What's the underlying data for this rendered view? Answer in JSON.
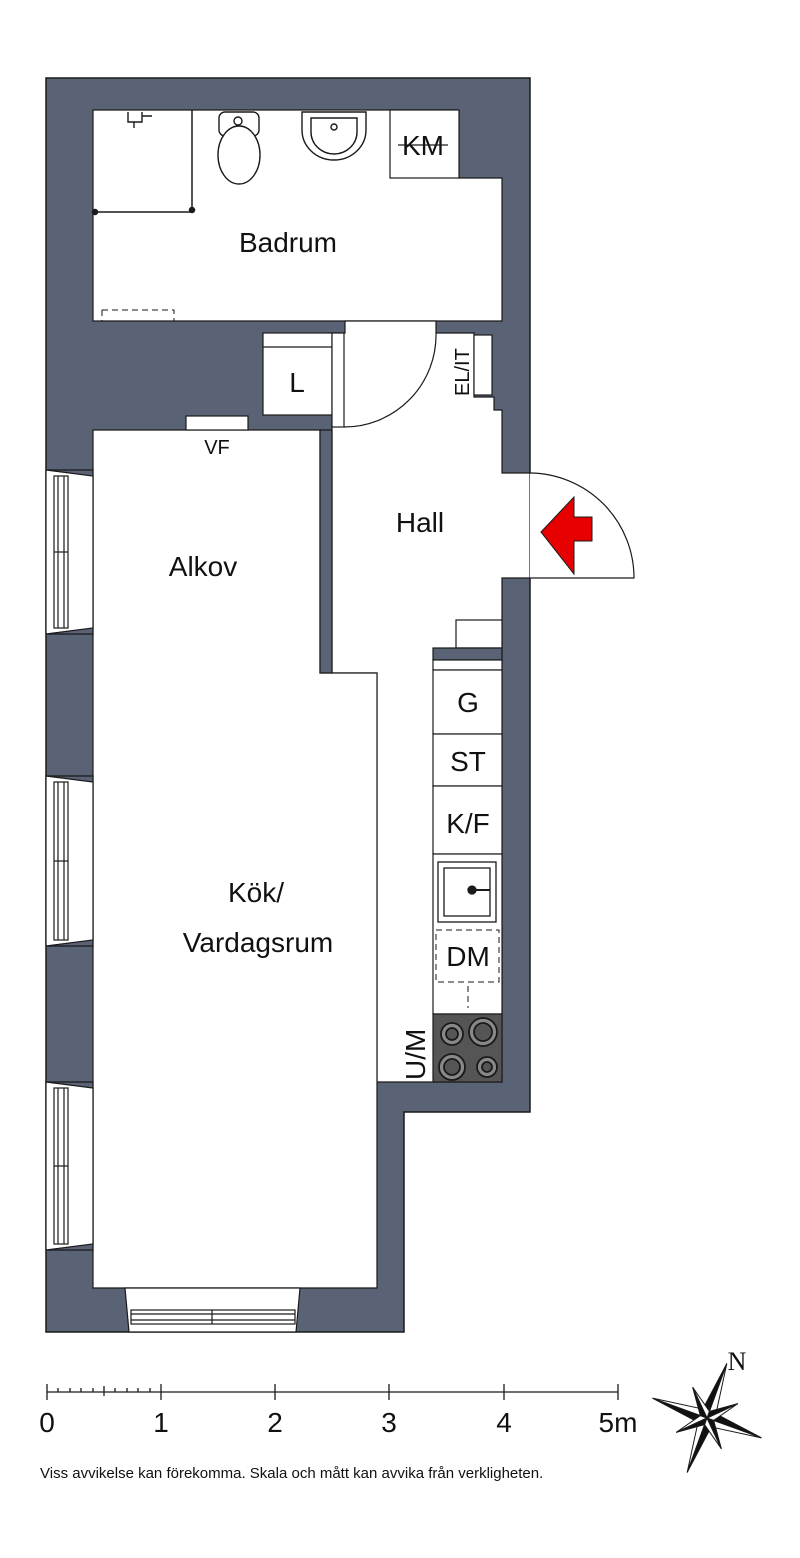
{
  "colors": {
    "wall": "#5a6275",
    "floor": "#ffffff",
    "line": "#1a1a1a",
    "entrance_arrow": "#e60000",
    "stove": "#555555"
  },
  "rooms": {
    "badrum": "Badrum",
    "hall": "Hall",
    "alkov": "Alkov",
    "kok_line1": "Kök/",
    "kok_line2": "Vardagsrum"
  },
  "fixtures": {
    "km": "KM",
    "l": "L",
    "el_it": "EL/IT",
    "vf": "VF",
    "g": "G",
    "st": "ST",
    "kf": "K/F",
    "dm": "DM",
    "um": "U/M"
  },
  "scale_bar": {
    "ticks": [
      "0",
      "1",
      "2",
      "3",
      "4"
    ],
    "end_label": "5m"
  },
  "compass": {
    "north_label": "N"
  },
  "disclaimer": "Viss avvikelse kan förekomma. Skala och mått kan avvika från verkligheten."
}
